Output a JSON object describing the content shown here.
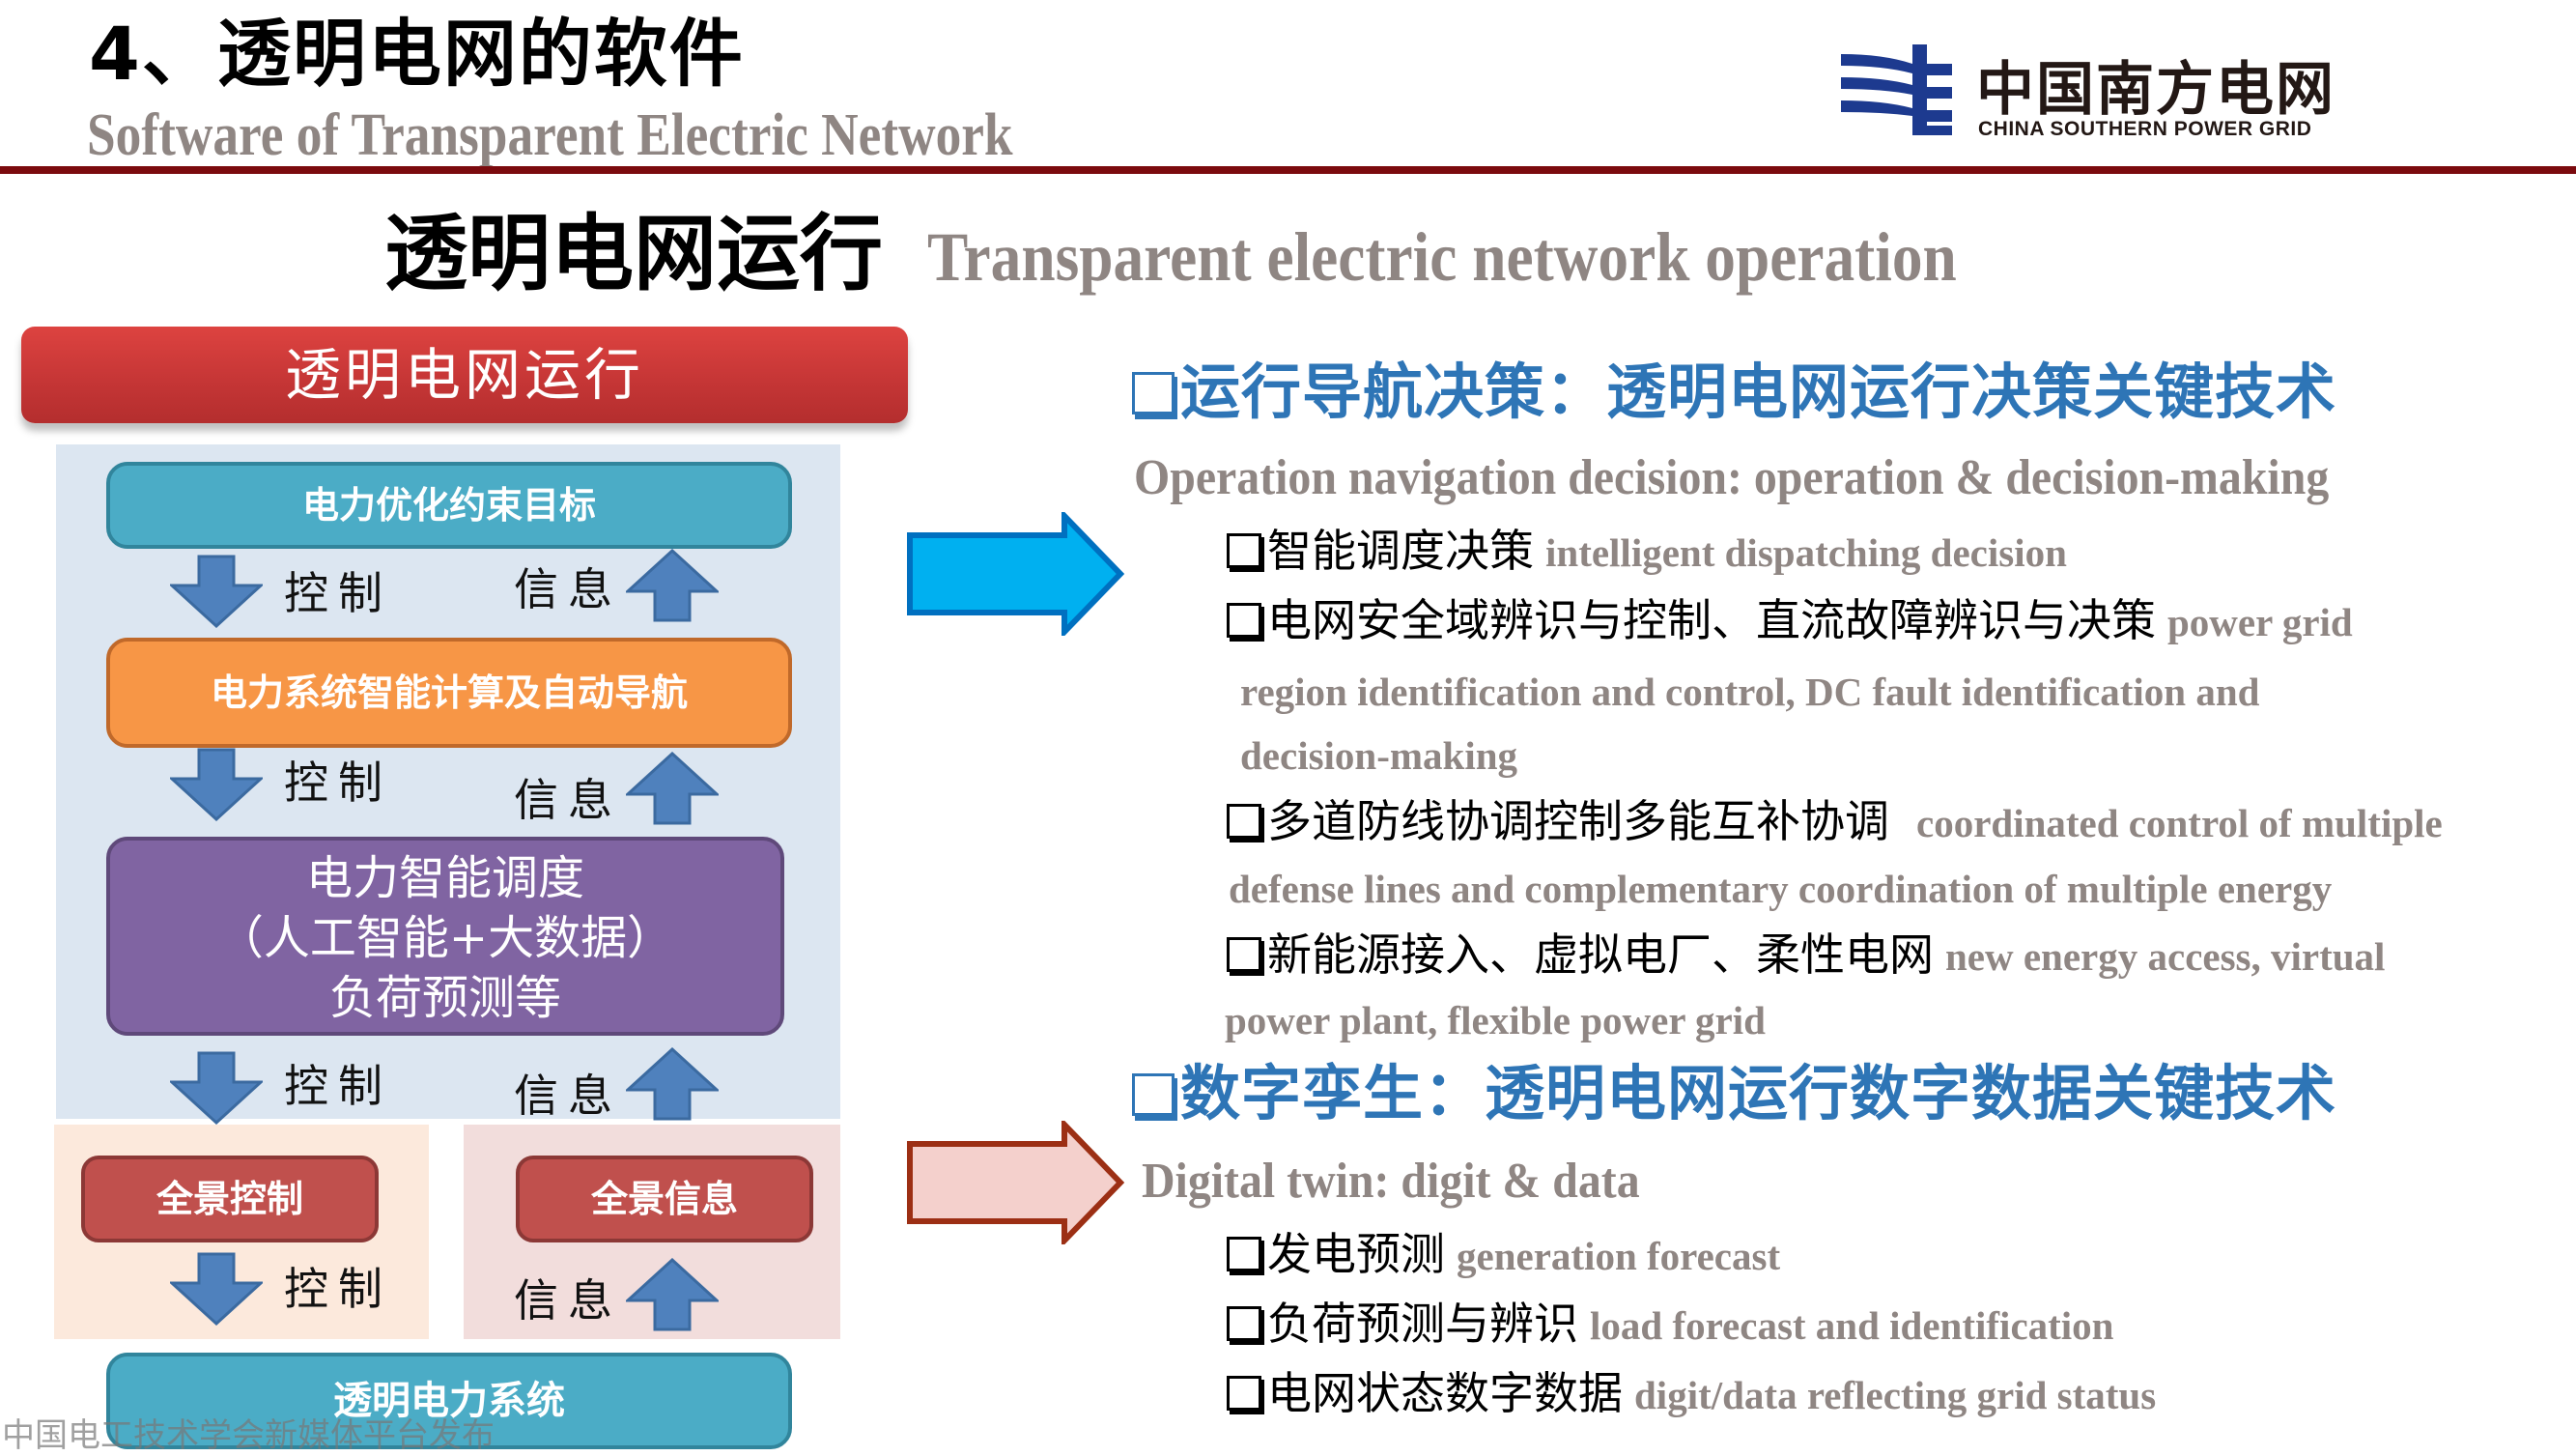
{
  "header": {
    "title": "4、透明电网的软件",
    "subtitle": "Software of Transparent Electric Network",
    "rule_color": "#7b0a0e"
  },
  "logo": {
    "name_cn": "中国南方电网",
    "name_en": "CHINA SOUTHERN POWER GRID",
    "brand_color": "#1d3a8f"
  },
  "section": {
    "title_cn": "透明电网运行",
    "title_en": "Transparent electric network operation"
  },
  "diagram": {
    "banner": "透明电网运行",
    "box_optimization": "电力优化约束目标",
    "box_computation": "电力系统智能计算及自动导航",
    "box_dispatch": [
      "电力智能调度",
      "（人工智能+大数据）",
      "负荷预测等"
    ],
    "box_panorama_control": "全景控制",
    "box_panorama_info": "全景信息",
    "box_system": "透明电力系统",
    "label_control": "控制",
    "label_info": "信息",
    "arrow_color": "#4f81bd"
  },
  "right": {
    "section1": {
      "heading_cn": "运行导航决策：透明电网运行决策关键技术",
      "heading_en": "Operation navigation decision: operation & decision-making",
      "items": [
        {
          "cn": "智能调度决策",
          "en": "intelligent dispatching decision"
        },
        {
          "cn": "电网安全域辨识与控制、直流故障辨识与决策",
          "en": "power grid",
          "cont": [
            "region identification and control, DC fault  identification and",
            "decision-making"
          ]
        },
        {
          "cn": "多道防线协调控制多能互补协调",
          "en": "coordinated control of multiple",
          "cont": [
            "defense lines and complementary coordination of multiple energy"
          ]
        },
        {
          "cn": "新能源接入、虚拟电厂、柔性电网",
          "en": "new energy access, virtual",
          "cont": [
            "power plant, flexible power grid"
          ]
        }
      ]
    },
    "section2": {
      "heading_cn": "数字孪生：透明电网运行数字数据关键技术",
      "heading_en": "Digital twin: digit & data",
      "items": [
        {
          "cn": "发电预测",
          "en": "generation forecast"
        },
        {
          "cn": "负荷预测与辨识",
          "en": "load forecast and identification"
        },
        {
          "cn": "电网状态数字数据",
          "en": "digit/data reflecting grid status"
        }
      ]
    }
  },
  "watermark": "中国电工技术学会新媒体平台发布"
}
